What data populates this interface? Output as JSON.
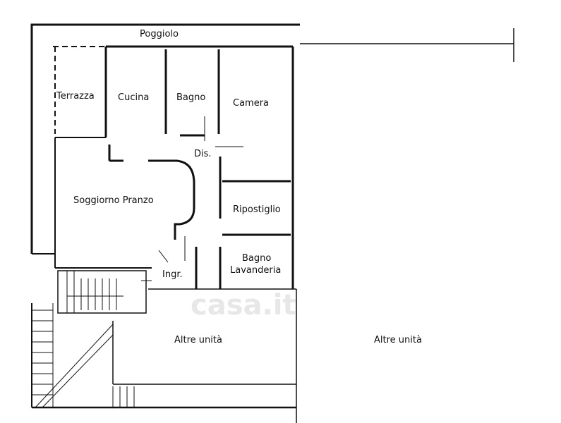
{
  "plan": {
    "rooms": {
      "poggiolo": "Poggiolo",
      "terrazza": "Terrazza",
      "cucina": "Cucina",
      "bagno": "Bagno",
      "camera": "Camera",
      "disimpegno": "Dis.",
      "soggiorno": "Soggiorno Pranzo",
      "ripostiglio": "Ripostiglio",
      "bagno_lav_1": "Bagno",
      "bagno_lav_2": "Lavanderia",
      "ingresso": "Ingr.",
      "altre_1": "Altre unità",
      "altre_2": "Altre unità"
    },
    "watermark": "casa.it"
  }
}
